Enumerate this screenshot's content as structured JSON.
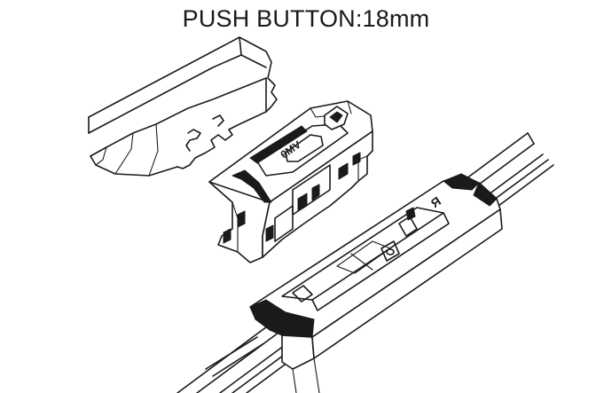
{
  "figure": {
    "title": "PUSH BUTTON:18mm",
    "adapter_marking": "VM9",
    "blade_marking": "R"
  }
}
